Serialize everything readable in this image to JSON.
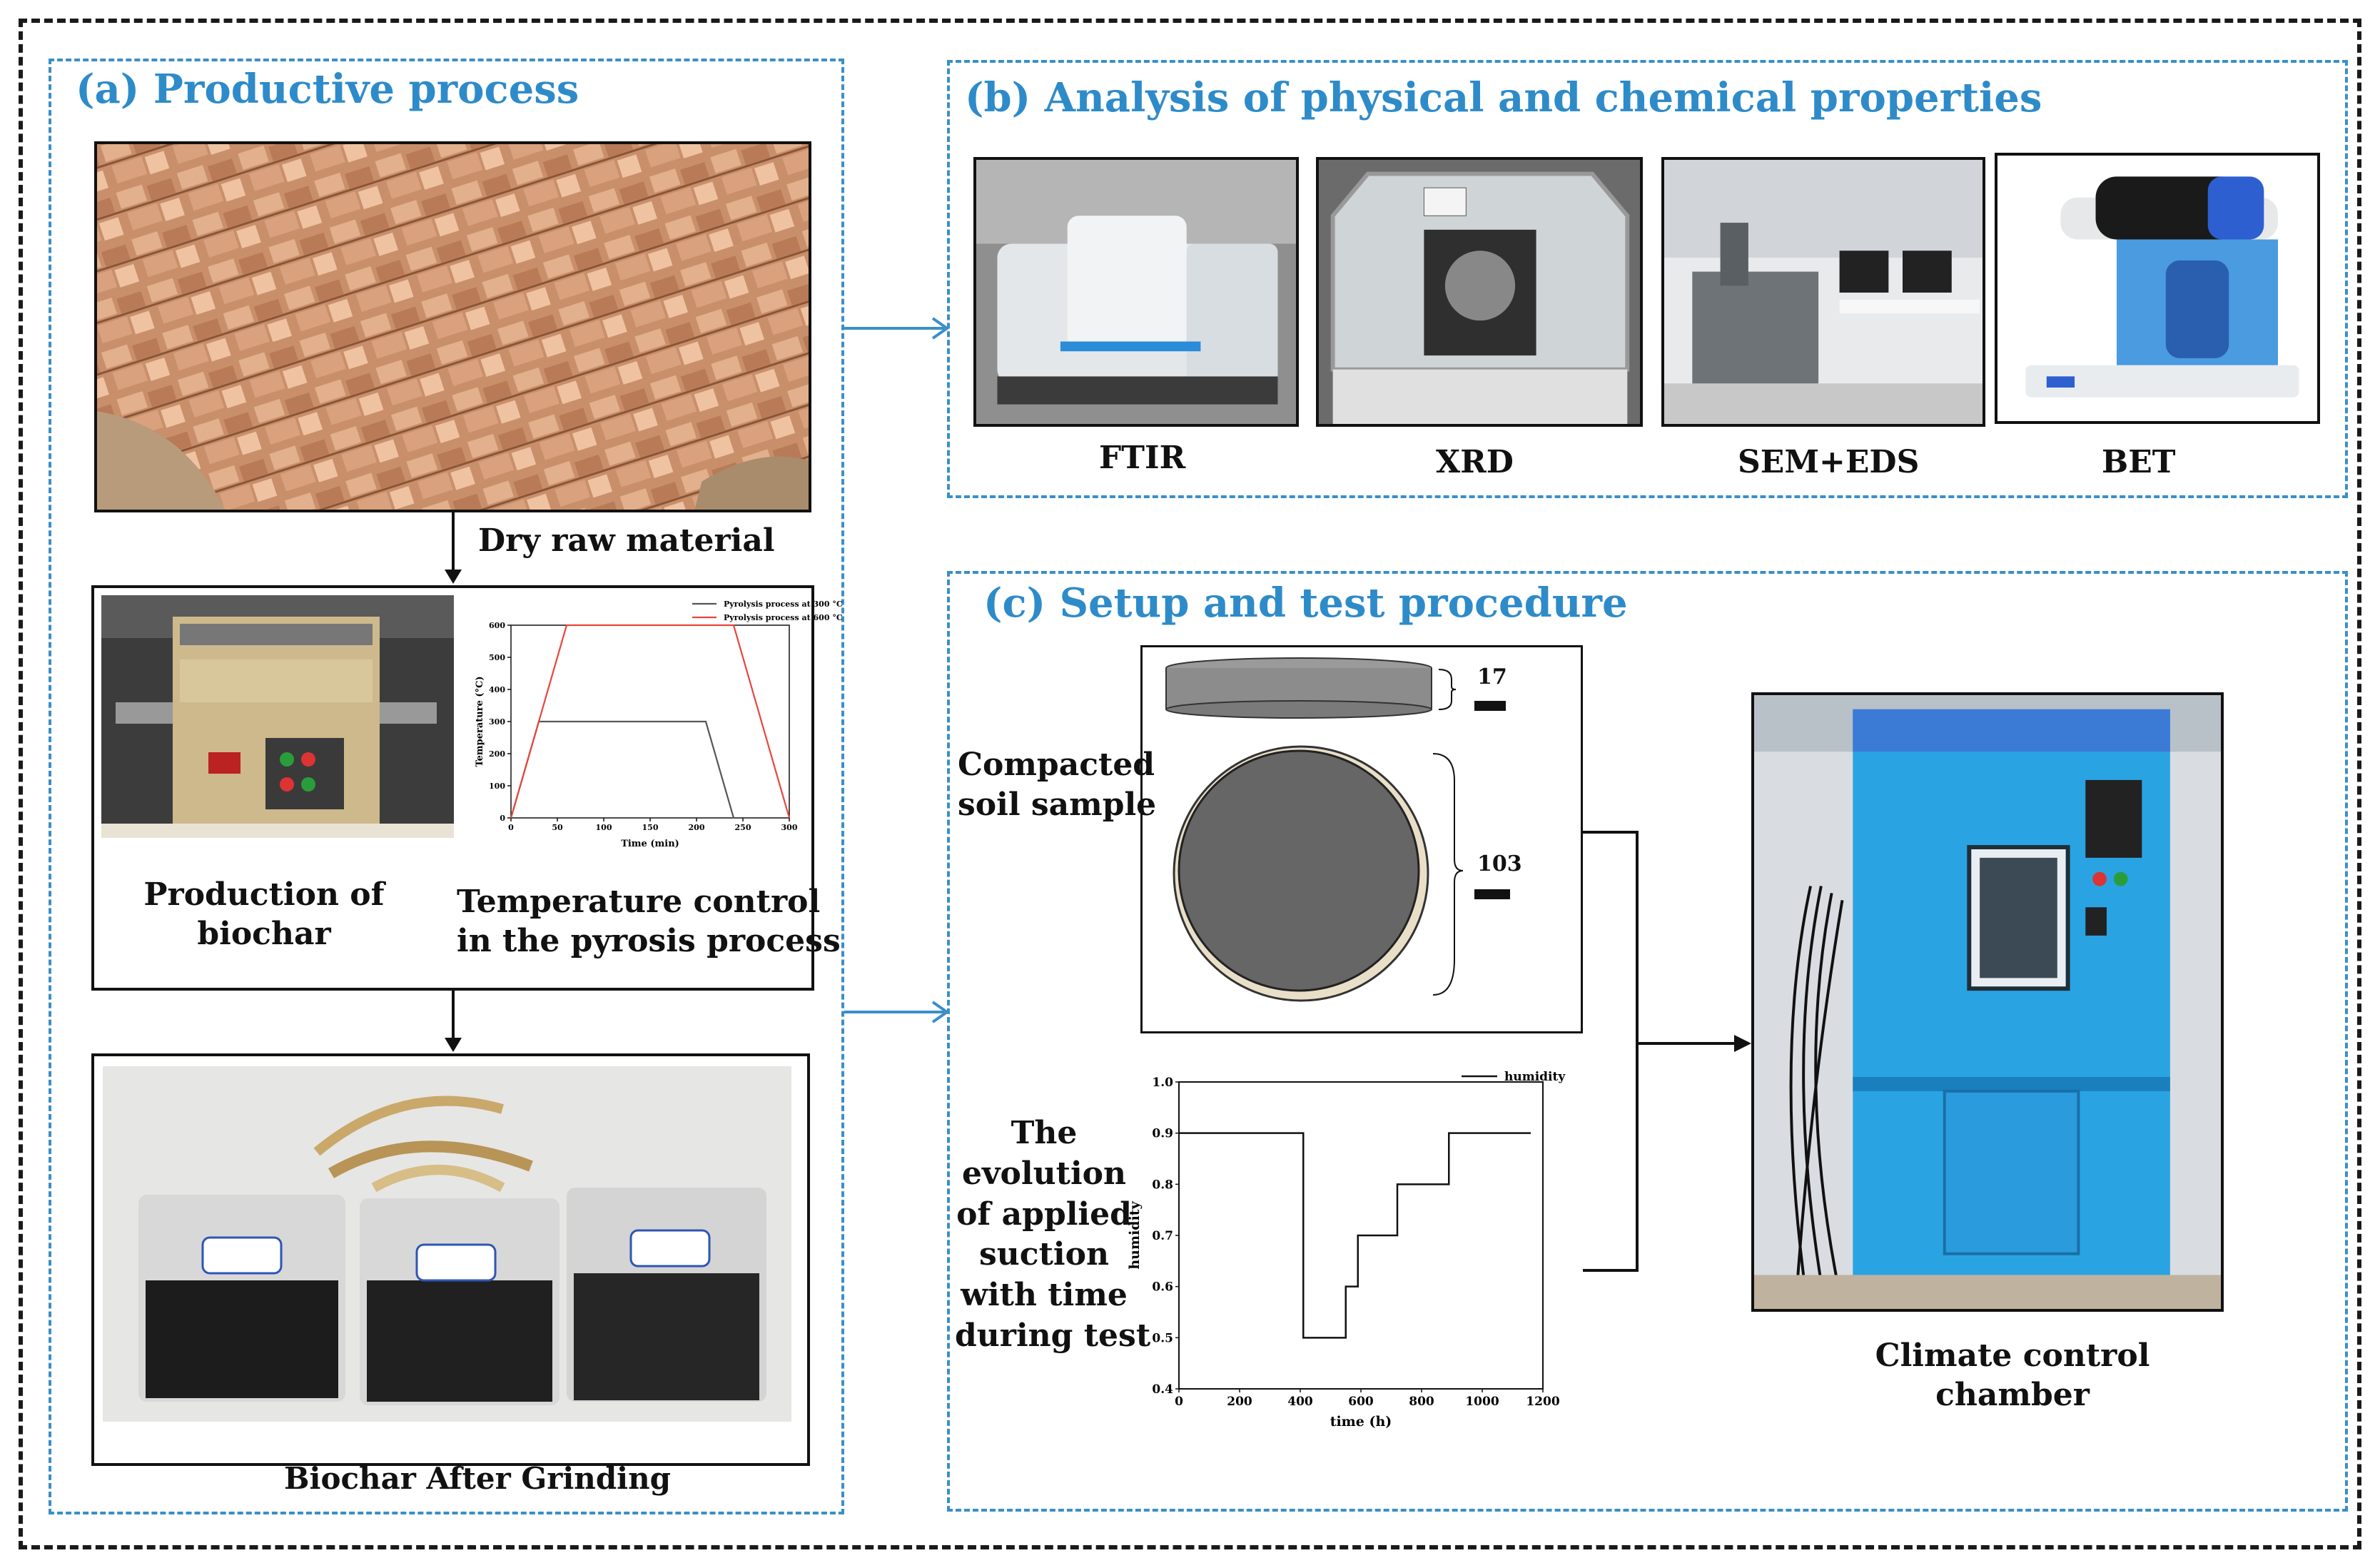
{
  "sections": {
    "a": {
      "title": "(a) Productive process"
    },
    "b": {
      "title": "(b) Analysis of physical and chemical properties"
    },
    "c": {
      "title": "(c) Setup and test procedure"
    }
  },
  "panel_a": {
    "raw_label": "Dry raw material",
    "production_label": [
      "Production of",
      "biochar"
    ],
    "temp_label": [
      "Temperature control",
      "in the pyrosis process"
    ],
    "grinding_label": "Biochar After Grinding"
  },
  "panel_b": {
    "instruments": [
      "FTIR",
      "XRD",
      "SEM+EDS",
      "BET"
    ]
  },
  "panel_c": {
    "sample_label": [
      "Compacted",
      "soil sample"
    ],
    "height_value": "17",
    "diameter_value": "103",
    "evolution_label": [
      "The",
      "evolution",
      "of applied",
      "suction",
      "with time",
      "during test"
    ],
    "chamber_label": [
      "Climate control",
      "chamber"
    ]
  },
  "chart_data": [
    {
      "type": "line",
      "title": "",
      "xlabel": "Time (min)",
      "ylabel": "Temperature (°C)",
      "xlim": [
        0,
        300
      ],
      "ylim": [
        0,
        600
      ],
      "xticks": [
        0,
        50,
        100,
        150,
        200,
        250,
        300
      ],
      "yticks": [
        0,
        100,
        200,
        300,
        400,
        500,
        600
      ],
      "legend_position": "top-right",
      "series": [
        {
          "name": "Pyrolysis process at 300 °C",
          "color": "#555555",
          "x": [
            0,
            30,
            210,
            240
          ],
          "y": [
            0,
            300,
            300,
            0
          ]
        },
        {
          "name": "Pyrolysis process at 600 °C",
          "color": "#e8453c",
          "x": [
            0,
            60,
            240,
            300
          ],
          "y": [
            0,
            600,
            600,
            0
          ]
        }
      ]
    },
    {
      "type": "line",
      "title": "",
      "xlabel": "time (h)",
      "ylabel": "humidity",
      "xlim": [
        0,
        1200
      ],
      "ylim": [
        0.4,
        1.0
      ],
      "xticks": [
        0,
        200,
        400,
        600,
        800,
        1000,
        1200
      ],
      "yticks": [
        0.4,
        0.5,
        0.6,
        0.7,
        0.8,
        0.9,
        1.0
      ],
      "legend_position": "top-right",
      "series": [
        {
          "name": "humidity",
          "color": "#111111",
          "x": [
            0,
            410,
            410,
            550,
            550,
            590,
            590,
            720,
            720,
            890,
            890,
            1160
          ],
          "y": [
            0.9,
            0.9,
            0.5,
            0.5,
            0.6,
            0.6,
            0.7,
            0.7,
            0.8,
            0.8,
            0.9,
            0.9
          ]
        }
      ]
    }
  ]
}
